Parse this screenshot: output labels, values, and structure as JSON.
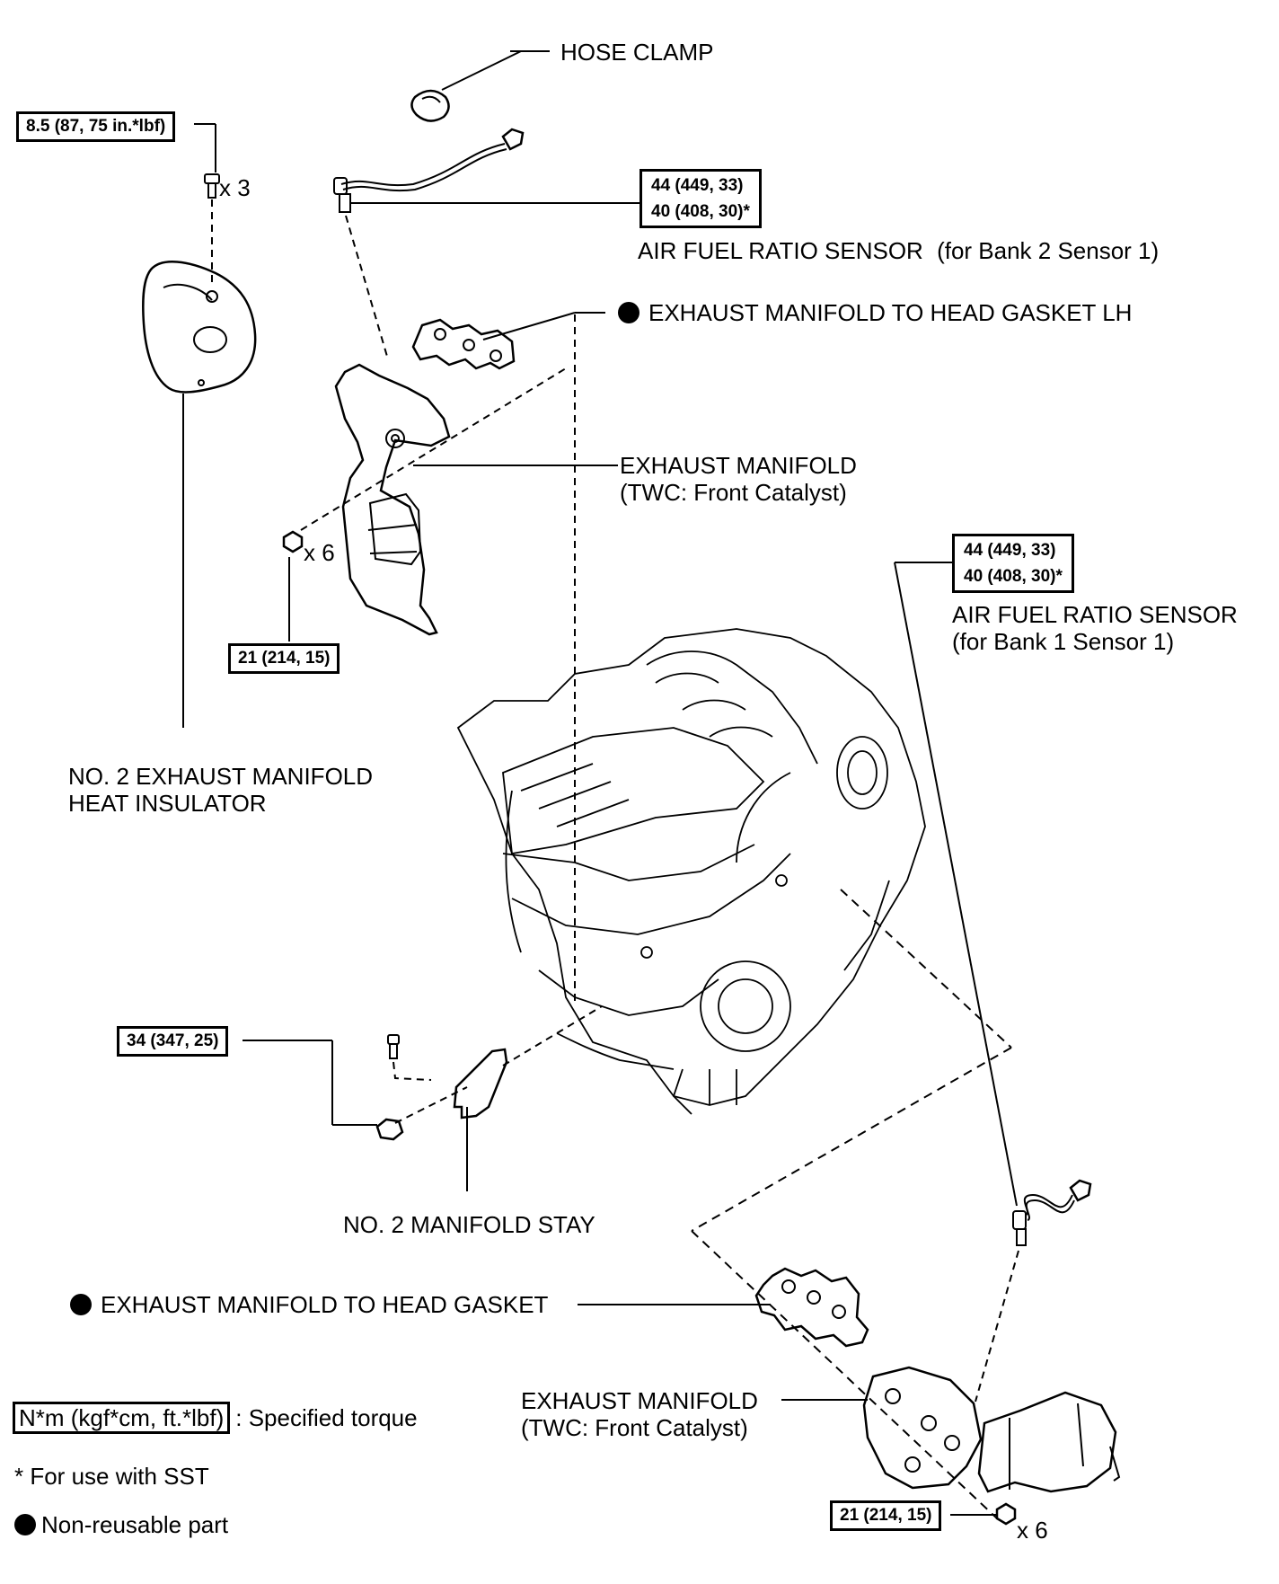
{
  "labels": {
    "hose_clamp": "HOSE CLAMP",
    "af_sensor_bank2": "AIR FUEL RATIO SENSOR",
    "af_sensor_bank2_note": "(for Bank 2 Sensor 1)",
    "gasket_lh": "EXHAUST MANIFOLD TO HEAD GASKET LH",
    "exhaust_manifold_upper_1": "EXHAUST MANIFOLD",
    "exhaust_manifold_upper_2": "(TWC: Front Catalyst)",
    "af_sensor_bank1": "AIR FUEL RATIO SENSOR",
    "af_sensor_bank1_note": "(for Bank 1 Sensor 1)",
    "heat_insulator_1": "NO. 2 EXHAUST MANIFOLD",
    "heat_insulator_2": "HEAT INSULATOR",
    "manifold_stay": "NO. 2 MANIFOLD STAY",
    "gasket_rh": "EXHAUST MANIFOLD TO HEAD GASKET",
    "exhaust_manifold_lower_1": "EXHAUST MANIFOLD",
    "exhaust_manifold_lower_2": "(TWC: Front Catalyst)"
  },
  "quantities": {
    "insulator_bolts": "x 3",
    "upper_nuts": "x 6",
    "lower_nuts": "x 6"
  },
  "torques": {
    "insulator_bolt": "8.5 (87, 75 in.*lbf)",
    "af_bank2_line1": "44 (449, 33)",
    "af_bank2_line2": "40 (408, 30)*",
    "af_bank1_line1": "44 (449, 33)",
    "af_bank1_line2": "40 (408, 30)*",
    "upper_nut": "21 (214, 15)",
    "stay": "34 (347, 25)",
    "lower_nut": "21 (214, 15)"
  },
  "legend": {
    "torque_unit": "N*m (kgf*cm, ft.*lbf)",
    "torque_desc": ": Specified torque",
    "sst_note": "* For use with SST",
    "non_reusable": "Non-reusable part"
  }
}
